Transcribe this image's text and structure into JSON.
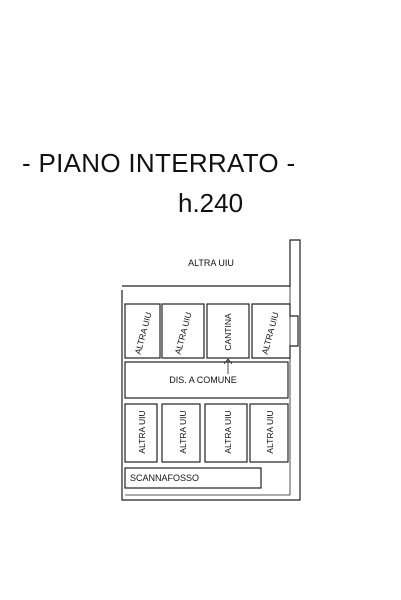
{
  "plan": {
    "title": "- PIANO INTERRATO -",
    "height_label": "h.240",
    "labels": {
      "altra_uiu_top": "ALTRA UIU",
      "cell_1": "ALTRA UIU",
      "cell_2": "ALTRA UIU",
      "cell_3": "CANTINA",
      "cell_4": "ALTRA UIU",
      "corridor": "DIS. A COMUNE",
      "cell_5": "ALTRA UIU",
      "cell_6": "ALTRA UIU",
      "cell_7": "ALTRA UIU",
      "cell_8": "ALTRA UIU",
      "scannafosso": "SCANNAFOSSO"
    }
  }
}
